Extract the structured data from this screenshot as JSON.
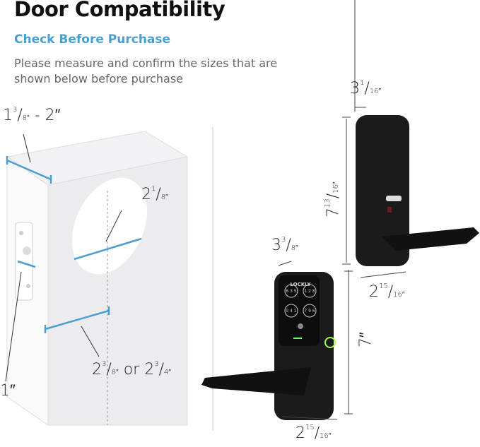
{
  "header": {
    "title": "Door Compatibility",
    "subtitle": "Check Before Purchase",
    "description": "Please measure and confirm the sizes that are shown below before purchase"
  },
  "door": {
    "thickness": {
      "whole": "1",
      "num": "3",
      "den": "8″",
      "suffix": " - 2″"
    },
    "bore": {
      "whole": "2",
      "num": "1",
      "den": "8″"
    },
    "backset": {
      "a_whole": "2",
      "a_num": "3",
      "a_den": "8″",
      "or": "or",
      "b_whole": "2",
      "b_num": "3",
      "b_den": "4″"
    },
    "latch": "1″"
  },
  "lock": {
    "brand": "LOCKLY",
    "interior_width": {
      "whole": "3",
      "num": "1",
      "den": "16″"
    },
    "interior_height": {
      "whole": "7",
      "num": "13",
      "den": "16″"
    },
    "interior_depth": {
      "whole": "2",
      "num": "15",
      "den": "16″"
    },
    "exterior_width": {
      "whole": "3",
      "num": "3",
      "den": "8″"
    },
    "exterior_height": "7″",
    "exterior_depth": {
      "whole": "2",
      "num": "15",
      "den": "16″"
    },
    "keypad": [
      "6 3 5",
      "1 2 8",
      "0 4 1",
      "7 9 6"
    ]
  },
  "colors": {
    "accent": "#4a9fd0",
    "lock": "#1b1b1b"
  }
}
